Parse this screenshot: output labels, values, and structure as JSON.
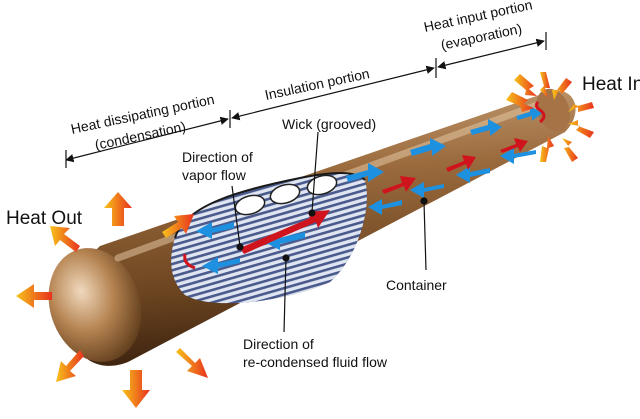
{
  "labels": {
    "heat_in": "Heat In",
    "heat_out": "Heat Out",
    "heat_input_portion": "Heat input portion",
    "evaporation": "(evaporation)",
    "insulation_portion": "Insulation portion",
    "heat_dissipating_portion": "Heat dissipating portion",
    "condensation": "(condensation)",
    "wick": "Wick (grooved)",
    "vapor_flow_line1": "Direction of",
    "vapor_flow_line2": "vapor flow",
    "container": "Container",
    "fluid_flow_line1": "Direction of",
    "fluid_flow_line2": "re-condensed fluid flow"
  },
  "colors": {
    "pipe_body": "#8a5a2b",
    "pipe_highlight": "#d9b38a",
    "vapor_arrow": "#d0141e",
    "fluid_arrow": "#1e90e0",
    "heat_arrow_tip": "#e8321e",
    "heat_arrow_tail": "#f7c21a"
  }
}
